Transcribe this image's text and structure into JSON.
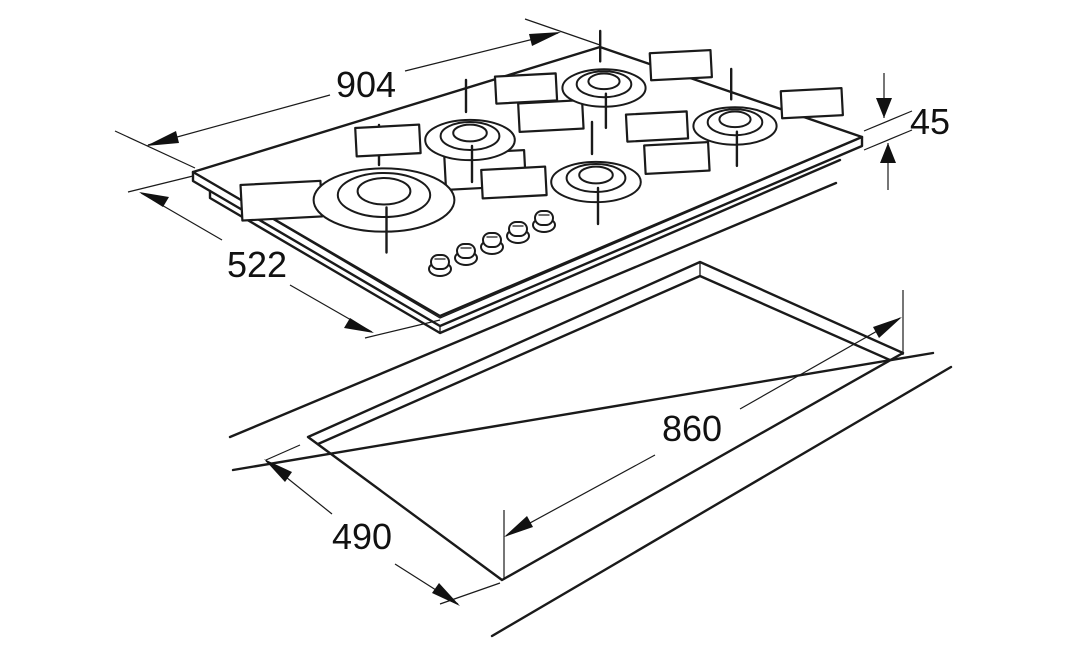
{
  "dimensions": {
    "hob_width": "904",
    "hob_depth": "522",
    "hob_height": "45",
    "cutout_width": "860",
    "cutout_depth": "490"
  },
  "burners": [
    {
      "name": "wok-burner"
    },
    {
      "name": "rear-left-burner"
    },
    {
      "name": "rear-middle-burner"
    },
    {
      "name": "front-middle-burner"
    },
    {
      "name": "right-burner"
    }
  ],
  "knob_count": 5
}
